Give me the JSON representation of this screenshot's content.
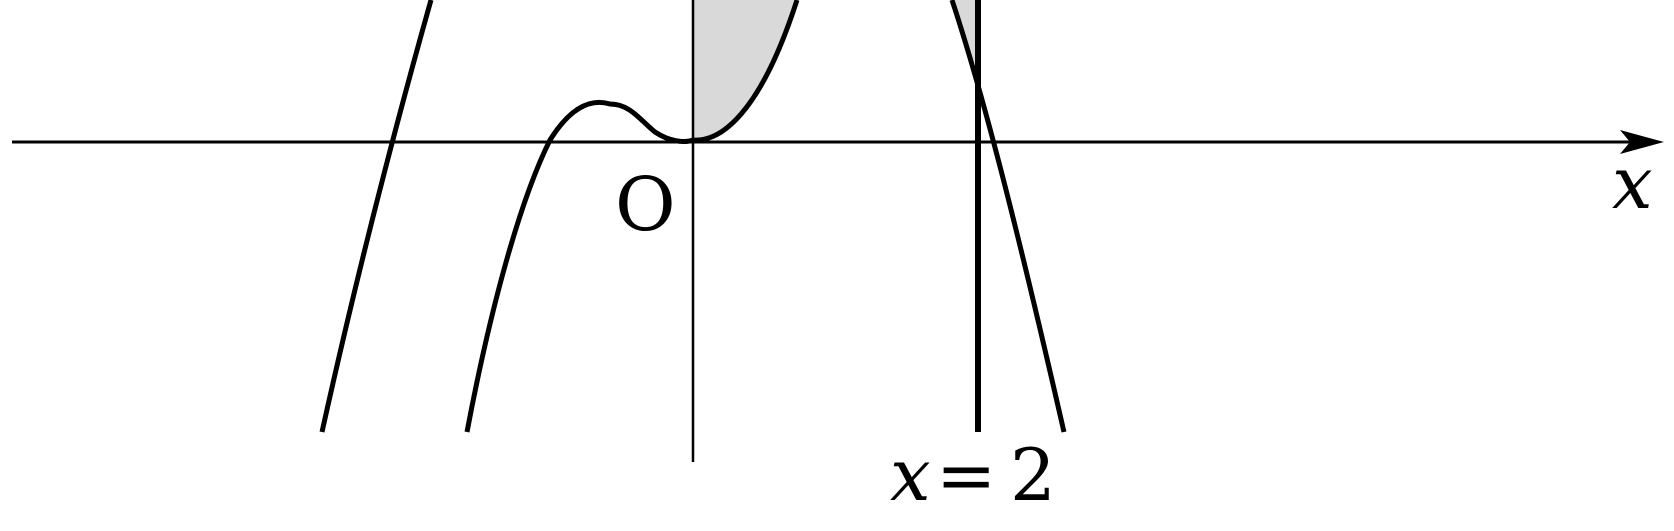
{
  "labels": {
    "x_axis": "x",
    "origin": "O",
    "line_var": "x",
    "line_eq": "=",
    "line_val": "2"
  },
  "colors": {
    "ink": "#000000",
    "shade": "#d9d9d9",
    "background": "#ffffff"
  }
}
